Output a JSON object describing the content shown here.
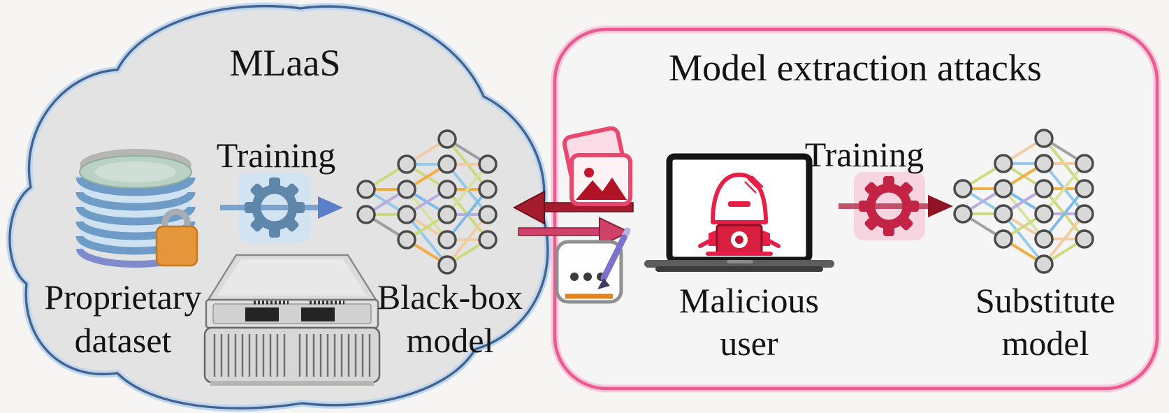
{
  "colors": {
    "bg": "#f7f5f4",
    "cloud_fill": "#e4e3e3",
    "cloud_border": "#45628f",
    "cloud_glow": "#bdd7ef",
    "box_fill": "#f6f5f5",
    "box_border": "#e95b90",
    "box_glow": "#f8c8da",
    "response_arrow": "#a51c2f",
    "query_arrow": "#cf4168",
    "blue_accent": "#5f87aa",
    "red_accent": "#c32446"
  },
  "mlaas": {
    "title": "MLaaS",
    "training_label": "Training",
    "dataset_label_line1": "Proprietary",
    "dataset_label_line2": "dataset",
    "model_label_line1": "Black-box",
    "model_label_line2": "model"
  },
  "attack": {
    "title": "Model extraction attacks",
    "training_label": "Training",
    "user_label_line1": "Malicious",
    "user_label_line2": "user",
    "model_label_line1": "Substitute",
    "model_label_line2": "model"
  },
  "icons": {
    "cloud": "MLaaS cloud boundary",
    "database_lock": "proprietary dataset database with padlock",
    "gear_arrow_blue": "training gear with arrow (blue)",
    "neural_network_blackbox": "black-box model neural network",
    "server": "MLaaS server machine",
    "photos_query": "image queries sent to model",
    "labels_pencil_response": "predicted labels returned",
    "laptop_hacker": "malicious user laptop with hooded attacker",
    "gear_arrow_red": "training gear with arrow (red)",
    "neural_network_substitute": "substitute model neural network"
  }
}
